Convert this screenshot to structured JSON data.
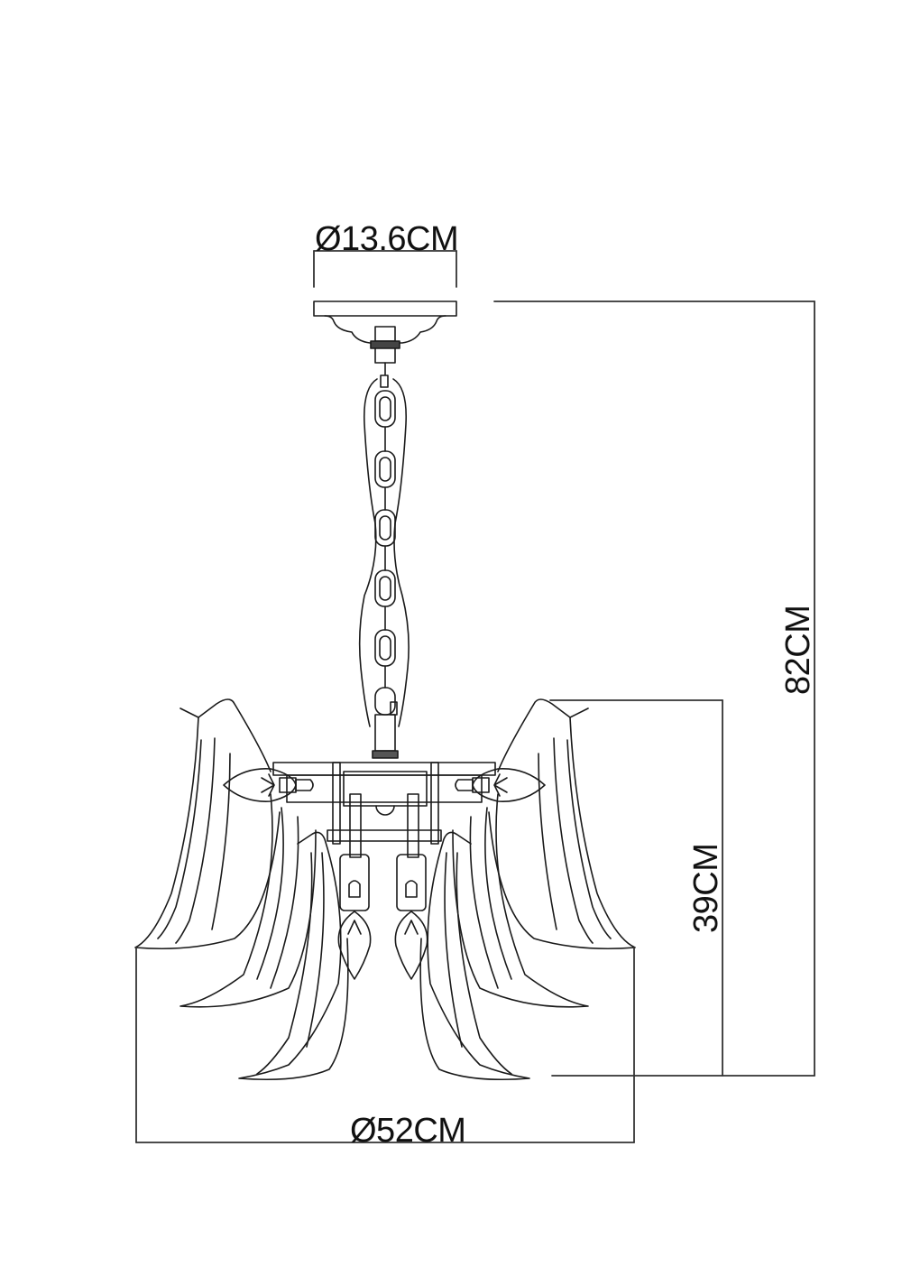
{
  "drawing": {
    "subject": "pendant chandelier technical drawing",
    "line_color": "#1a1a1a",
    "background": "#ffffff"
  },
  "dimensions": {
    "canopy_diameter": "Ø13.6CM",
    "total_height": "82CM",
    "body_height": "39CM",
    "body_diameter": "Ø52CM"
  }
}
